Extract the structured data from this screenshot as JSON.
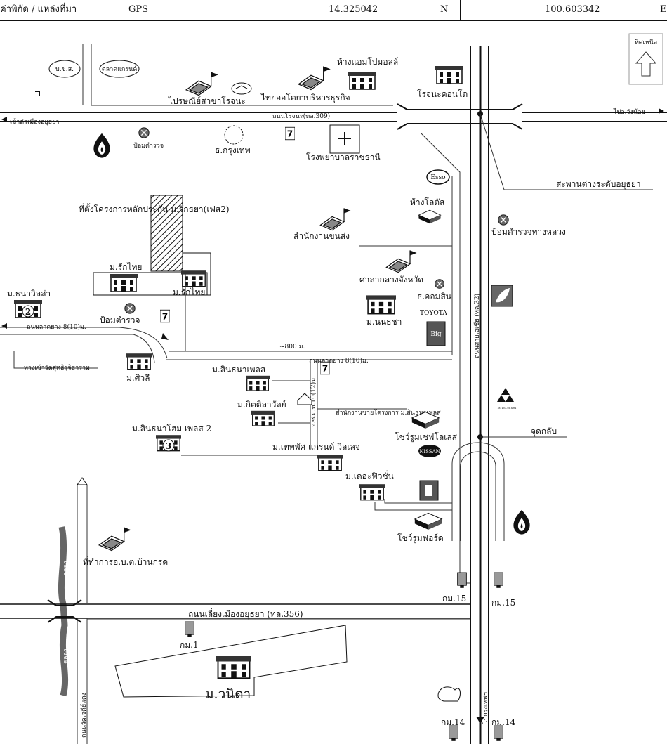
{
  "header": {
    "coord_label": "ค่าพิกัด / แหล่งที่มา",
    "source": "GPS",
    "latitude": "14.325042",
    "lat_dir": "N",
    "longitude": "100.603342",
    "lon_dir": "E"
  },
  "compass": {
    "label": "ทิศเหนือ"
  },
  "roads": {
    "rojana": "ถนนโรจนะ(ทล.309)",
    "to_city": "เข้าตัวเมืองอยุธยา",
    "to_wangnoi": "ไปอ.วังน้อย",
    "asia": "ถนนสายเอเชีย (ทล.32)",
    "bypass": "ถนนเลี่ยงเมืองอยุธยา (ทล.356)",
    "to_bangkok": "ไปกรุงเทพฯ",
    "lat_yang_1": "ถนนลาดยาง 8(10)ม.",
    "lat_yang_2": "ถนนลาดยาง 8(10)ม.",
    "sub_road": "อ.ซ.ถ.ท.10(12)ม.",
    "wat_road": "ทางเข้าวัดสุทธิรุจิธาราม",
    "klong_1": "คลอง",
    "klong_2": "คลอง",
    "left_road": "ถนนวัดเจดีย์แดง",
    "distance": "~800 ม."
  },
  "places": {
    "phor_bor_sor": "บ.ข.ส.",
    "market": "ตลาดแกรนด์",
    "post_office": "ไปรษณีย์สาขาโรจนะ",
    "thai_oil": "ไทยออโตยาบริหารธุรกิจ",
    "ayutthaya_park": "ห้างแอมโปมอลล์",
    "rojana_condo": "โรจนะคอนโด",
    "police_box_1": "ป้อมตำรวจ",
    "krungthep_bank": "ธ.กรุงเทพ",
    "hospital": "โรงพยาบาลราชธานี",
    "esso": "Esso",
    "lotus": "ห้างโลตัส",
    "bridge": "สะพานต่างระดับอยุธยา",
    "project": "ที่ตั้งโครงการหลักประกัน ม.รักธยา(เฟส2)",
    "transport_office": "สำนักงานขนส่ง",
    "highway_police": "ป้อมตำรวจทางหลวง",
    "city_hall": "ศาลากลางจังหวัด",
    "gsb_bank": "ธ.ออมสิน",
    "rakthai_1": "ม.รักไทย",
    "rakthai_2": "ม.รักไทย",
    "thana_villa": "ม.ธนาวิลล่า",
    "police_box_2": "ป้อมตำรวจ",
    "toyota": "TOYOTA",
    "nonsaya": "ม.นนธชา",
    "big_c": "Big",
    "siwalee": "ม.ศิวลี",
    "sinthana_place": "ม.สินธนาเพลส",
    "kitdilok": "ม.กิตติลาวัลย์",
    "sales_office": "สำนักงานขายโครงการ ม.สินธนาเพลส",
    "showroom_chev": "โชว์รูมเชฟโลเลส",
    "sinthana_home": "ม.สินธนาโฮม เพลส 2",
    "thephathat": "ม.เทพพัศ แกรนด์ วิลเลจ",
    "nissan": "NISSAN",
    "uturn": "จุดกลับ",
    "the_fusion": "ม.เดอะฟิวชั่น",
    "showroom_ford": "โชว์รูมฟอร์ด",
    "obt_office": "ที่ทำการอ.บ.ต.บ้านกรด",
    "km15_a": "กม.15",
    "km15_b": "กม.15",
    "km1": "กม.1",
    "wanida": "ม.วนิดา",
    "km14_a": "กม.14",
    "km14_b": "กม.14",
    "mitsubishi": "MITSUBISHI"
  },
  "badges": {
    "thana_villa": "2",
    "sinthana_home": "3"
  }
}
